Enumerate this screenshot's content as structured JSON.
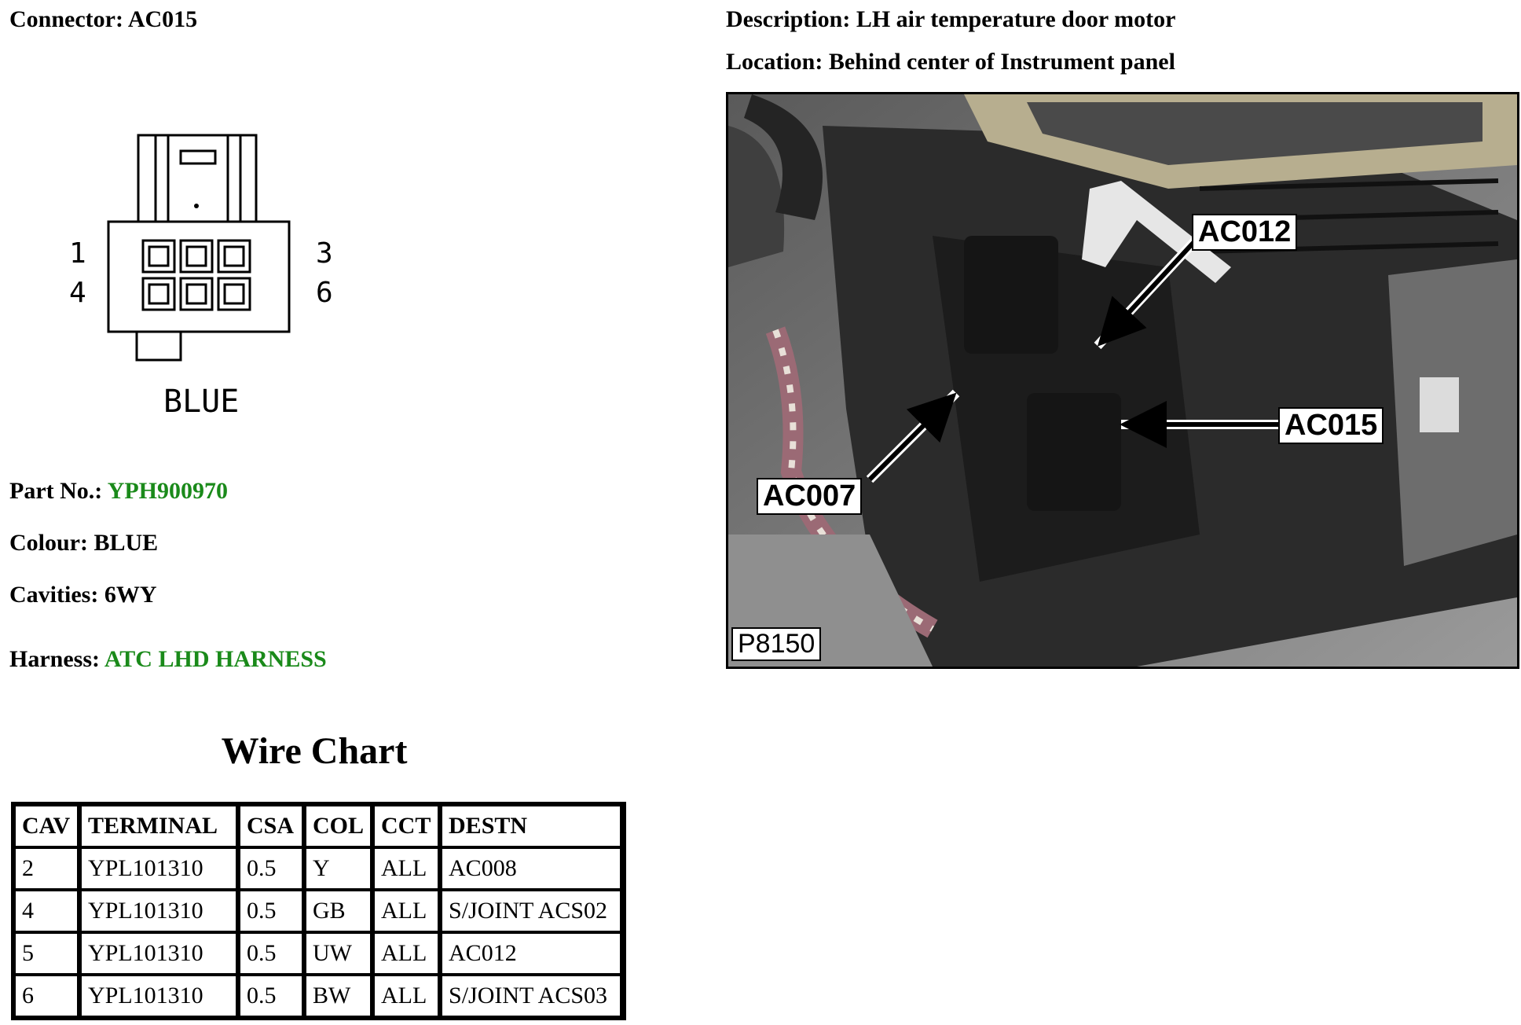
{
  "connector": {
    "label": "Connector:",
    "value": "AC015"
  },
  "description": {
    "label": "Description:",
    "value": "LH air temperature door motor"
  },
  "location": {
    "label": "Location:",
    "value": "Behind center of Instrument panel"
  },
  "diagram": {
    "pins": [
      "1",
      "3",
      "4",
      "6"
    ],
    "colour_caption": "BLUE"
  },
  "part_no": {
    "label": "Part No.:",
    "value": "YPH900970"
  },
  "colour": {
    "label": "Colour:",
    "value": "BLUE"
  },
  "cavities": {
    "label": "Cavities:",
    "value": "6WY"
  },
  "harness": {
    "label": "Harness:",
    "value": "ATC LHD HARNESS"
  },
  "wire_chart": {
    "title": "Wire Chart",
    "headers": [
      "CAV",
      "TERMINAL",
      "CSA",
      "COL",
      "CCT",
      "DESTN"
    ],
    "rows": [
      [
        "2",
        "YPL101310",
        "0.5",
        "Y",
        "ALL",
        "AC008"
      ],
      [
        "4",
        "YPL101310",
        "0.5",
        "GB",
        "ALL",
        "S/JOINT ACS02"
      ],
      [
        "5",
        "YPL101310",
        "0.5",
        "UW",
        "ALL",
        "AC012"
      ],
      [
        "6",
        "YPL101310",
        "0.5",
        "BW",
        "ALL",
        "S/JOINT ACS03"
      ]
    ]
  },
  "photo": {
    "callouts": [
      "AC012",
      "AC015",
      "AC007"
    ],
    "ref": "P8150"
  },
  "colors": {
    "green_text": "#1a8a1a"
  }
}
